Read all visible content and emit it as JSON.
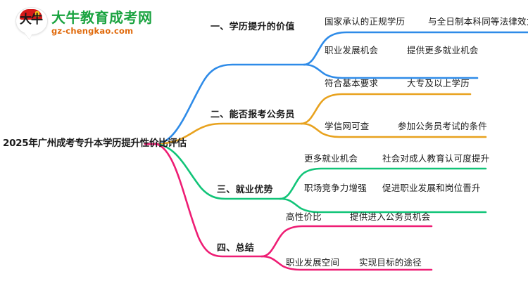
{
  "logo": {
    "mark_text": "大牛",
    "title": "大牛教育成考网",
    "subtitle": "gz-chengkao.com"
  },
  "mindmap": {
    "root": "2025年广州成考专升本学历提升性价比评估",
    "colors": {
      "branch1": "#2E8BE8",
      "branch2": "#E8A21E",
      "branch3": "#11C478",
      "branch4": "#EE1D74"
    },
    "branches": [
      {
        "label": "一、学历提升的价值",
        "color": "#2E8BE8",
        "children": [
          {
            "label": "国家承认的正规学历",
            "detail": "与全日制本科同等法律效力"
          },
          {
            "label": "职业发展机会",
            "detail": "提供更多就业机会"
          }
        ]
      },
      {
        "label": "二、能否报考公务员",
        "color": "#E8A21E",
        "children": [
          {
            "label": "符合基本要求",
            "detail": "大专及以上学历"
          },
          {
            "label": "学信网可查",
            "detail": "参加公务员考试的条件"
          }
        ]
      },
      {
        "label": "三、就业优势",
        "color": "#11C478",
        "children": [
          {
            "label": "更多就业机会",
            "detail": "社会对成人教育认可度提升"
          },
          {
            "label": "职场竞争力增强",
            "detail": "促进职业发展和岗位晋升"
          }
        ]
      },
      {
        "label": "四、总结",
        "color": "#EE1D74",
        "children": [
          {
            "label": "高性价比",
            "detail": "提供进入公务员机会"
          },
          {
            "label": "职业发展空间",
            "detail": "实现目标的途径"
          }
        ]
      }
    ]
  }
}
